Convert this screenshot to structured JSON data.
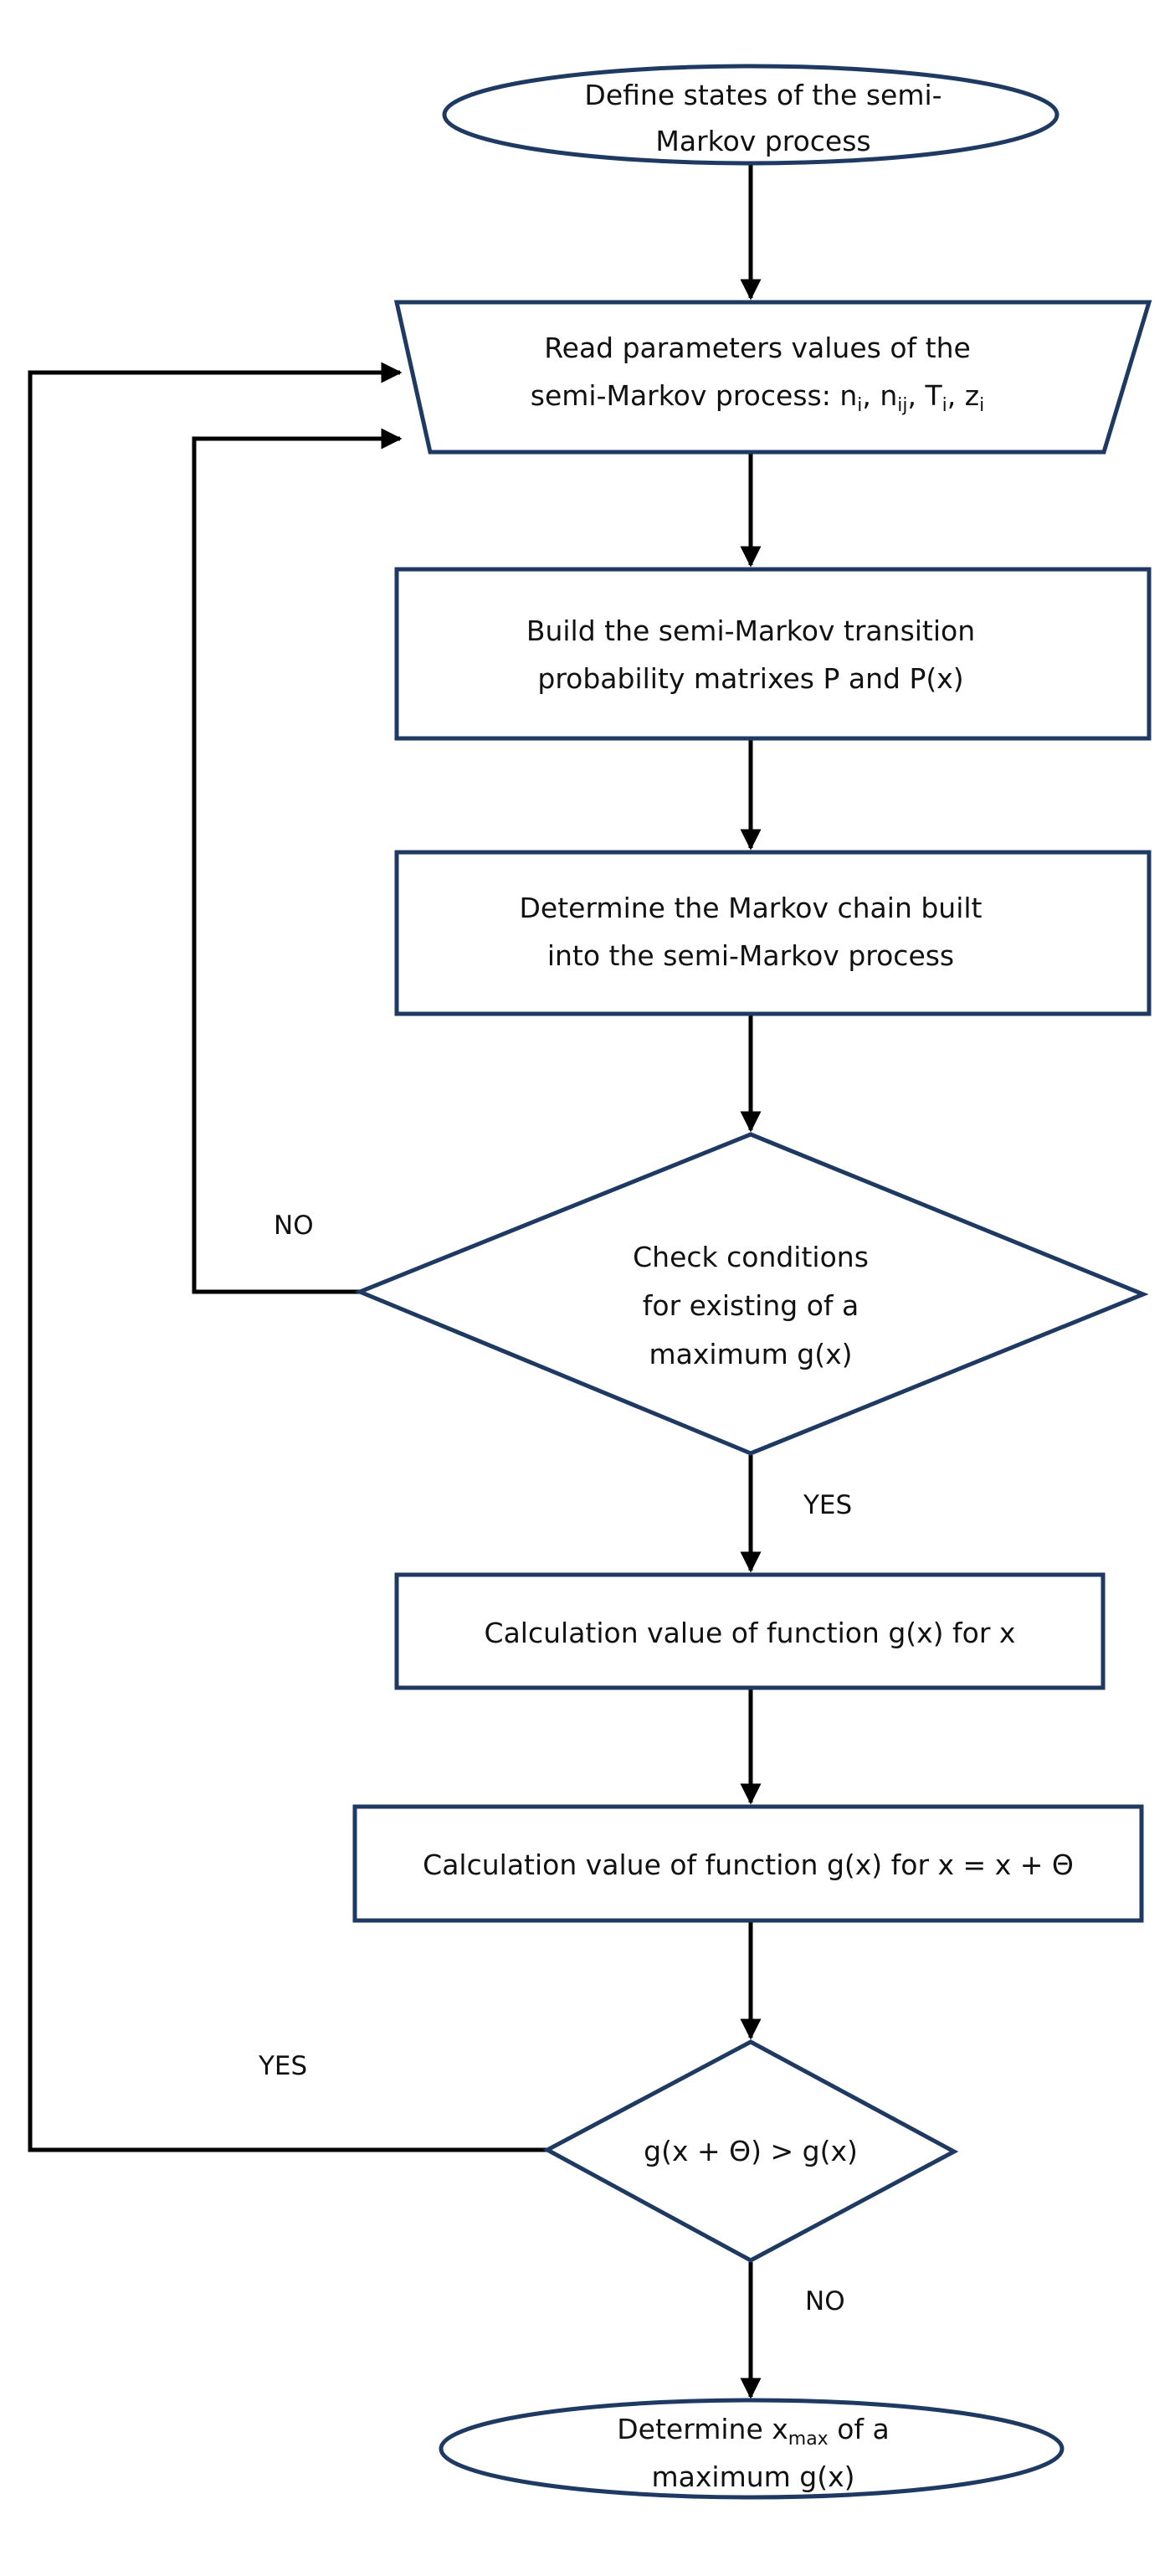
{
  "nodes": {
    "start": {
      "line1": "Define states of the semi-",
      "line2": "Markov process"
    },
    "read_params": {
      "line1": "Read parameters values of the",
      "line2_prefix": "semi-Markov process: ",
      "n_base": "n",
      "n_sub": "i",
      "nij_base": "n",
      "nij_sub": "ij",
      "T_base": "T",
      "T_sub": "i",
      "z_base": "z",
      "z_sub": "i",
      "sep": ", "
    },
    "build_matrices": {
      "line1": "Build the semi-Markov transition",
      "line2": "probability matrixes P and P(x)"
    },
    "markov_chain": {
      "line1": "Determine the Markov chain built",
      "line2": "into the semi-Markov process"
    },
    "check_conditions": {
      "line1": "Check conditions",
      "line2": "for existing of a",
      "line3": "maximum g(x)"
    },
    "calc_gx": {
      "line1": "Calculation value of function g(x) for x"
    },
    "calc_gx_theta": {
      "line1": "Calculation value of function g(x) for x = x + Θ"
    },
    "compare": {
      "line1": "g(x + Θ) > g(x)"
    },
    "end": {
      "line1_prefix": "Determine x",
      "line1_sub": "max",
      "line1_suffix": " of a",
      "line2": "maximum g(x)"
    }
  },
  "branch_labels": {
    "check_no": "NO",
    "check_yes": "YES",
    "compare_yes": "YES",
    "compare_no": "NO"
  },
  "colors": {
    "shape_stroke": "#1f3a62",
    "connector": "#000000",
    "text": "#111111"
  }
}
